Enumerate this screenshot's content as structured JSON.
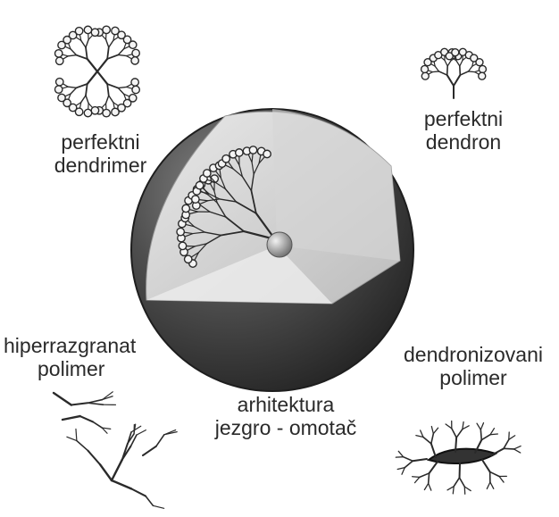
{
  "labels": {
    "perfect_dendrimer": [
      "perfektni",
      "dendrimer"
    ],
    "perfect_dendron": [
      "perfektni",
      "dendron"
    ],
    "hyperbranched_polymer": [
      "hiperrazgranat",
      "polimer"
    ],
    "dendronized_polymer": [
      "dendronizovani",
      "polimer"
    ],
    "core_shell": [
      "arhitektura",
      "jezgro - omotač"
    ]
  },
  "colors": {
    "ink": "#2a2a2a",
    "sphere_dark": "#3a3a3a",
    "cutaway_light": "#dcdcdc",
    "core": "#b5b5b5"
  }
}
